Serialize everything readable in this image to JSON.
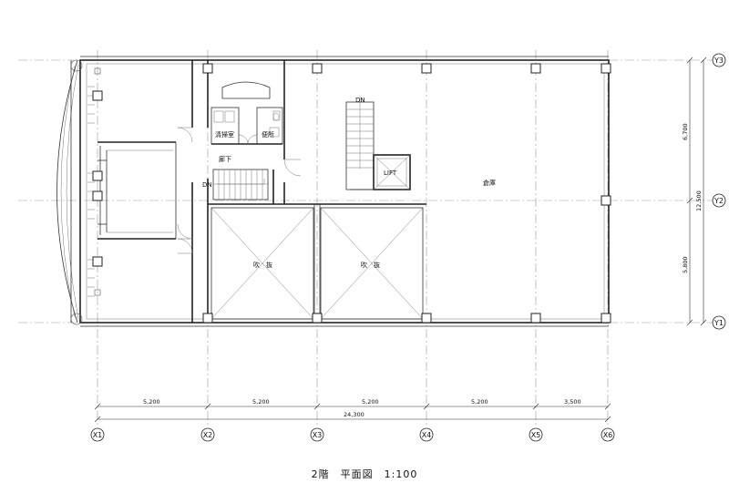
{
  "drawing": {
    "title": "2階　平面図　1:100"
  },
  "grid": {
    "x_axes": [
      "X1",
      "X2",
      "X3",
      "X4",
      "X5",
      "X6"
    ],
    "y_axes": [
      "Y3",
      "Y2",
      "Y1"
    ]
  },
  "dimensions": {
    "x_spans": [
      "5,200",
      "5,200",
      "5,200",
      "5,200",
      "3,500"
    ],
    "x_total": "24,300",
    "y_spans": [
      "6,700",
      "5,800"
    ],
    "y_total": "12,500"
  },
  "rooms": {
    "cleaning": "清掃室",
    "toilet": "便所",
    "corridor": "廊下",
    "lift": "LIFT",
    "warehouse": "倉庫",
    "void_left": "吹　抜",
    "void_right": "吹　抜",
    "dn_stair_left": "DN",
    "dn_stair_right": "DN"
  }
}
